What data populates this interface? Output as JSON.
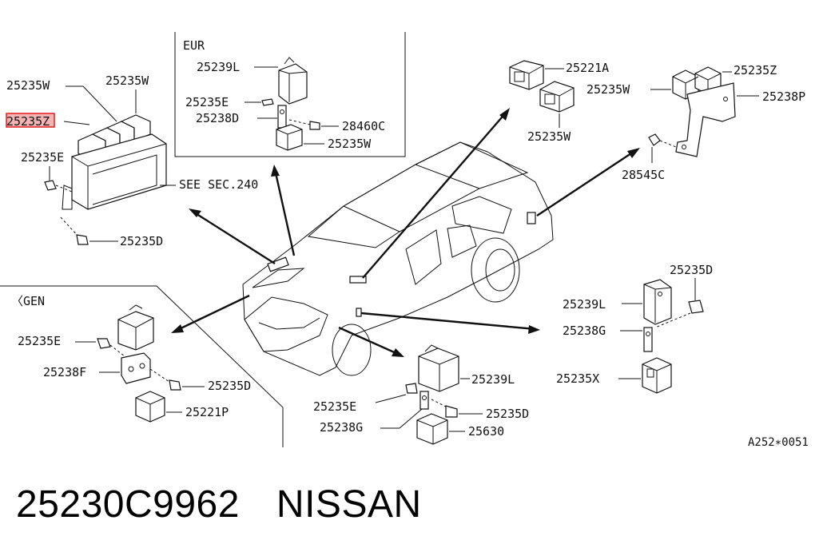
{
  "labels": {
    "eur_section": "EUR",
    "gen_section": "〈GEN",
    "see_sec": "SEE SEC.240",
    "figure_code": "A252∗0051",
    "tl_25235w_a": "25235W",
    "tl_25235w_b": "25235W",
    "tl_25235z": "25235Z",
    "tl_25235e": "25235E",
    "tl_25235d": "25235D",
    "eur_25239l": "25239L",
    "eur_25235e": "25235E",
    "eur_25238d": "25238D",
    "eur_28460c": "28460C",
    "eur_25235w": "25235W",
    "tc_25221a": "25221A",
    "tc_25235w": "25235W",
    "tr_25235z": "25235Z",
    "tr_25235w": "25235W",
    "tr_25238p": "25238P",
    "tr_28545c": "28545C",
    "gen_25235e": "25235E",
    "gen_25238f": "25238F",
    "gen_25235d": "25235D",
    "gen_25221p": "25221P",
    "bc_25239l": "25239L",
    "bc_25235e": "25235E",
    "bc_25235d": "25235D",
    "bc_25238g": "25238G",
    "bc_25630": "25630",
    "r_25235d": "25235D",
    "r_25239l": "25239L",
    "r_25238g": "25238G",
    "r_25235x": "25235X"
  },
  "footer": {
    "part_number": "25230C9962",
    "brand": "NISSAN"
  },
  "colors": {
    "highlight_fill": "#f6b3b3",
    "highlight_stroke": "#e02020",
    "line": "#111111"
  }
}
